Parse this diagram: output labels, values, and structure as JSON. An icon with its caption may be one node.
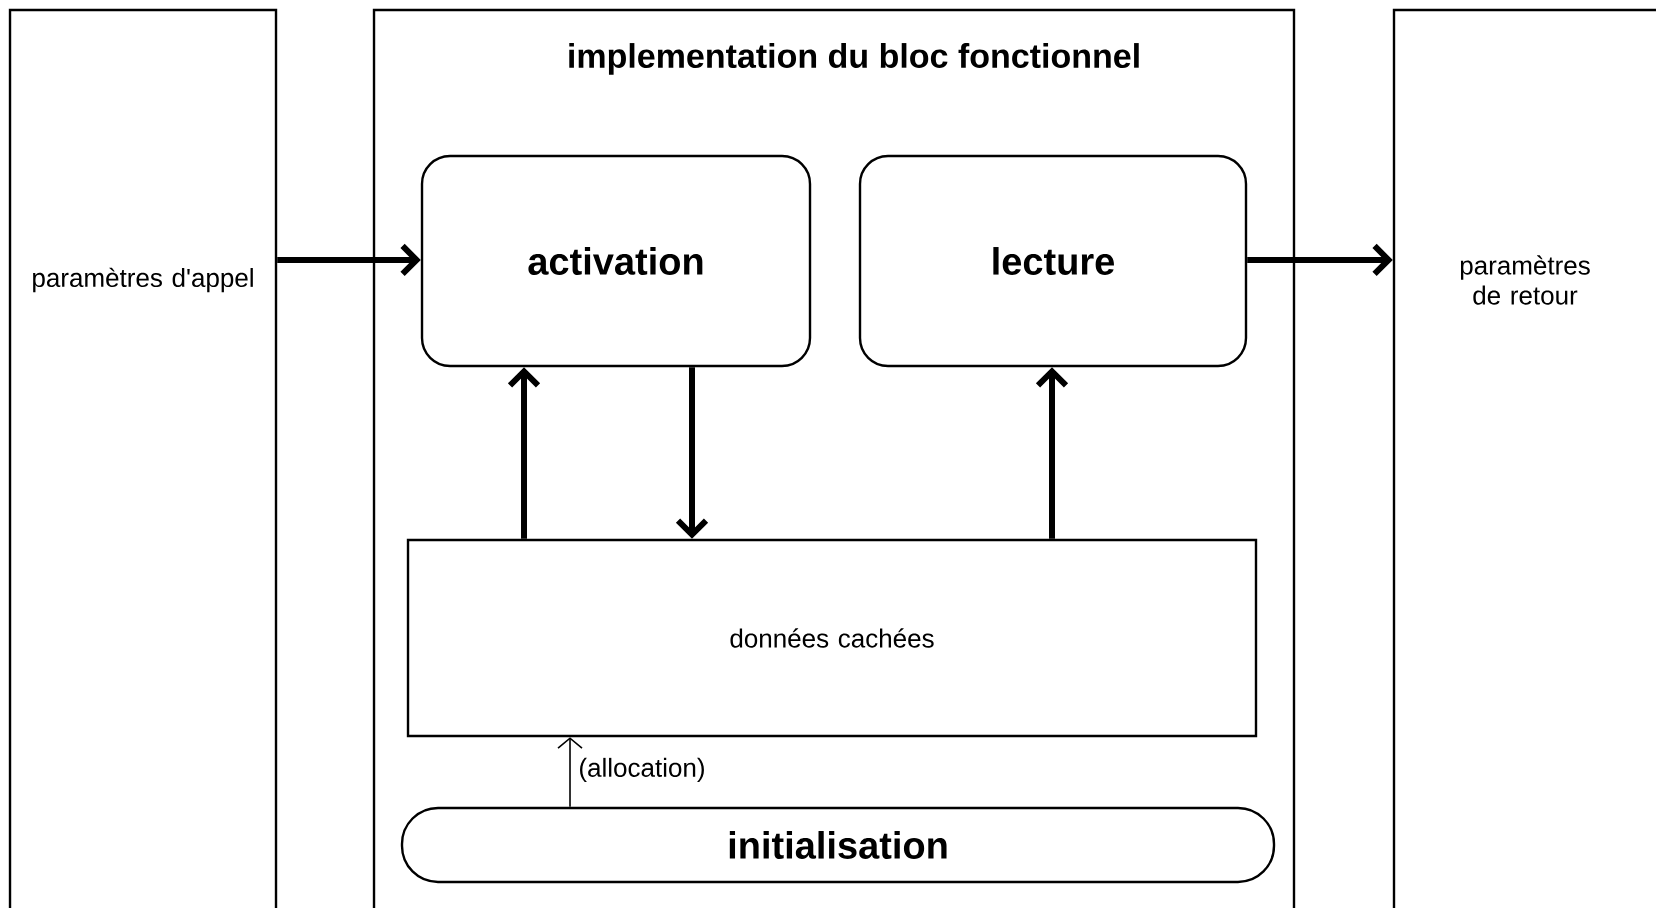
{
  "diagram": {
    "nodes": [
      {
        "text": [
          "paramètres d'appel"
        ]
      },
      {
        "text": [
          "implementation du bloc fonctionnel"
        ]
      },
      {
        "text": [
          "activation"
        ],
        "in": 1
      },
      {
        "text": [
          "lecture"
        ],
        "in": 1
      },
      {
        "text": [
          "données cachées"
        ],
        "in": 1
      },
      {
        "text": [
          "initialisation"
        ],
        "in": 1
      },
      {
        "text": [
          "paramètres de retour"
        ]
      }
    ],
    "edges": [
      {
        "from": 0,
        "to": 2,
        "arrow": "to"
      },
      {
        "from": 3,
        "to": 6,
        "arrow": "to"
      },
      {
        "from": 4,
        "to": 2,
        "arrow": "to"
      },
      {
        "from": 2,
        "to": 4,
        "arrow": "to"
      },
      {
        "from": 4,
        "to": 3,
        "arrow": "to"
      },
      {
        "from": 5,
        "to": 4,
        "arrow": "to",
        "label": "(allocation)"
      }
    ]
  }
}
